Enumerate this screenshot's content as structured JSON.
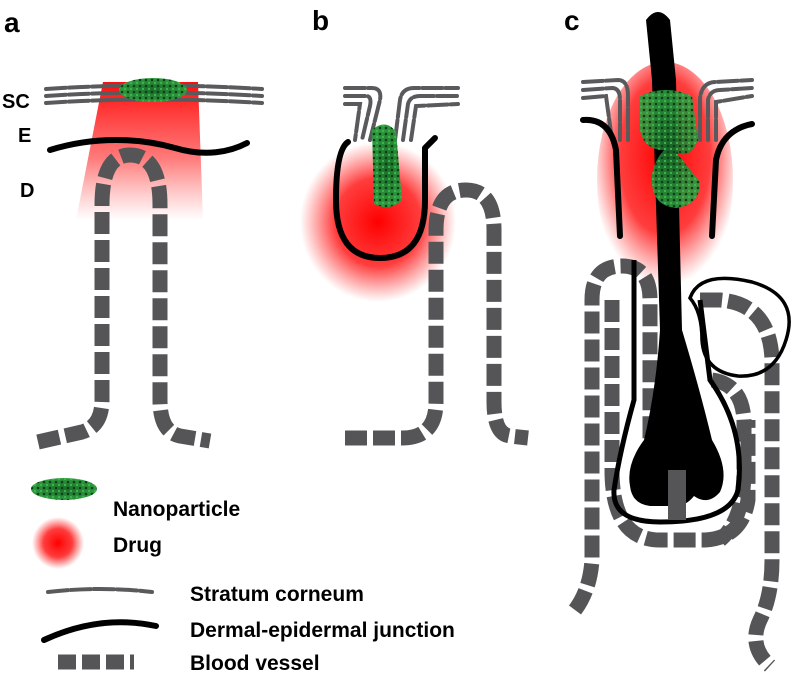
{
  "panels": {
    "a": {
      "label": "a"
    },
    "b": {
      "label": "b"
    },
    "c": {
      "label": "c"
    }
  },
  "layers": {
    "sc": "SC",
    "e": "E",
    "d": "D"
  },
  "legend": {
    "nanoparticle": "Nanoparticle",
    "drug": "Drug",
    "stratum_corneum": "Stratum corneum",
    "dej": "Dermal-epidermal junction",
    "blood_vessel": "Blood vessel"
  },
  "colors": {
    "nanoparticle": "#1f7a2e",
    "drug": "#ff1a1a",
    "vessel": "#555558",
    "stratum_corneum": "#5a5a5c",
    "junction": "#000000"
  }
}
